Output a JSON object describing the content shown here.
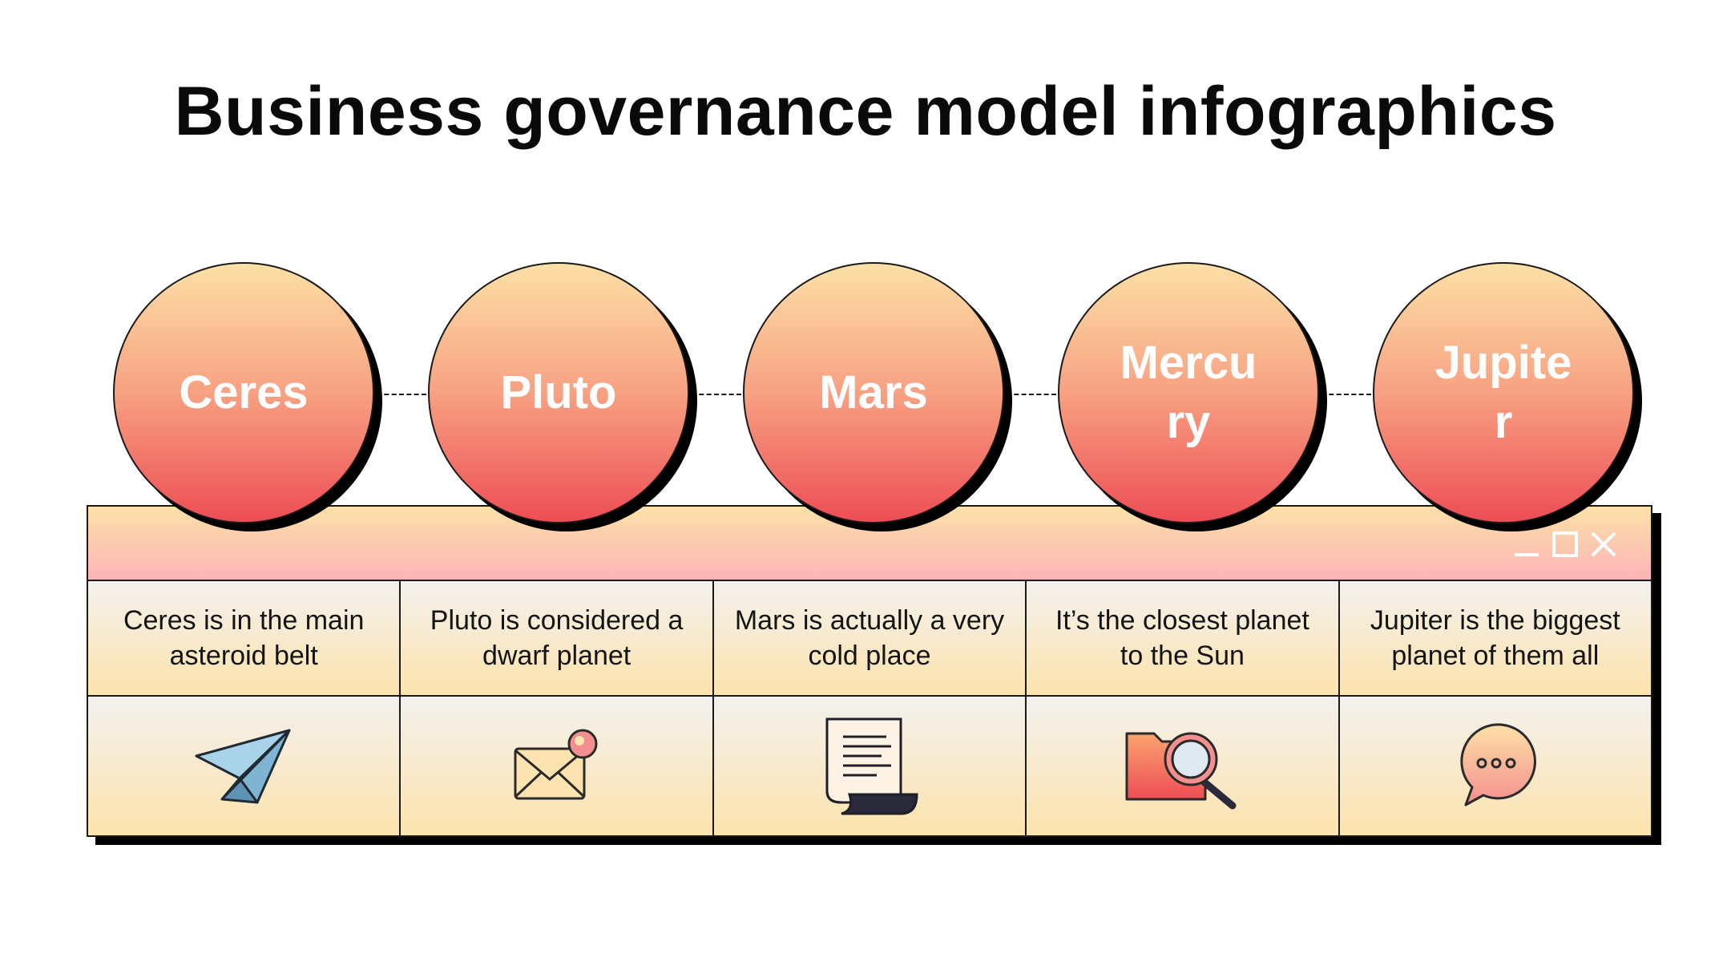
{
  "title": "Business governance model infographics",
  "window_controls": [
    "minimize-icon",
    "maximize-icon",
    "close-icon"
  ],
  "colors": {
    "circle_top": "#fde0a6",
    "circle_bottom": "#ee4d55",
    "header_top": "#fce1a7",
    "header_bottom": "#fdb4b8",
    "cell_top": "#f3f1ee",
    "cell_bottom": "#fde3ad",
    "outline": "#1a1a1a"
  },
  "items": [
    {
      "label": "Ceres",
      "description": "Ceres is in the main asteroid belt",
      "icon": "paper-plane-icon"
    },
    {
      "label": "Pluto",
      "description": "Pluto is considered a dwarf planet",
      "icon": "envelope-notification-icon"
    },
    {
      "label": "Mars",
      "description": "Mars is actually a very cold place",
      "icon": "document-scroll-icon"
    },
    {
      "label": "Mercury",
      "description": "It’s the closest planet to the Sun",
      "icon": "folder-search-icon"
    },
    {
      "label": "Jupiter",
      "description": "Jupiter is the biggest planet of them all",
      "icon": "chat-bubble-icon"
    }
  ]
}
